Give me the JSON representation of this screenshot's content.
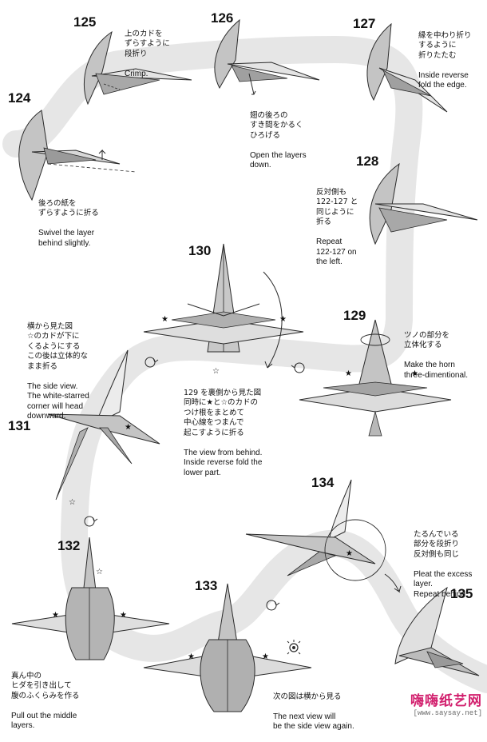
{
  "colors": {
    "path_band": "#e6e6e6",
    "paper_fill": "#c4c4c4",
    "paper_light": "#ececec",
    "line": "#2a2a2a",
    "watermark": "#d2206e"
  },
  "steps": [
    {
      "id": "s124",
      "number": "124",
      "jp": "後ろの紙を\nずらすように折る",
      "en": "Swivel the layer\nbehind slightly."
    },
    {
      "id": "s125",
      "number": "125",
      "jp": "上のカドを\nずらすように\n段折り",
      "en": "Crimp."
    },
    {
      "id": "s126",
      "number": "126",
      "jp": "翅の後ろの\nすき間をかるく\nひろげる",
      "en": "Open the layers\ndown."
    },
    {
      "id": "s127",
      "number": "127",
      "jp": "縁を中わり折り\nするように\n折りたたむ",
      "en": "Inside reverse\nfold the edge."
    },
    {
      "id": "s128",
      "number": "128",
      "jp": "反対側も\n122-127 と\n同じように\n折る",
      "en": "Repeat\n122-127 on\nthe left."
    },
    {
      "id": "s129",
      "number": "129",
      "jp": "ツノの部分を\n立体化する",
      "en": "Make the horn\nthree-dimentional."
    },
    {
      "id": "s130",
      "number": "130",
      "jp": "129 を裏側から見た図\n同時に★と☆のカドの\nつけ根をまとめて\n中心線をつまんで\n起こすように折る",
      "en": "The view from behind.\nInside reverse fold the\nlower part."
    },
    {
      "id": "s131",
      "number": "131",
      "jp": "横から見た図\n☆のカドが下に\nくるようにする\nこの後は立体的な\nまま折る",
      "en": "The side view.\nThe white-starred\ncorner will head\ndownward."
    },
    {
      "id": "s132",
      "number": "132",
      "jp": "真ん中の\nヒダを引き出して\n腹のふくらみを作る",
      "en": "Pull out the middle\nlayers."
    },
    {
      "id": "s133",
      "number": "133",
      "jp": "次の図は横から見る",
      "en": "The next view will\nbe the side view again."
    },
    {
      "id": "s134",
      "number": "134",
      "jp": "たるんでいる\n部分を段折り\n反対側も同じ",
      "en": "Pleat the excess\nlayer.\nRepeat behind."
    },
    {
      "id": "s135",
      "number": "135",
      "jp": "",
      "en": ""
    }
  ],
  "watermark": {
    "logo": "嗨嗨纸艺网",
    "url": "[www.saysay.net]"
  },
  "icons": {
    "arrow": "fold-arrow-icon",
    "rotate": "rotate-icon",
    "eye": "view-eye-icon",
    "star": "star-icon"
  }
}
